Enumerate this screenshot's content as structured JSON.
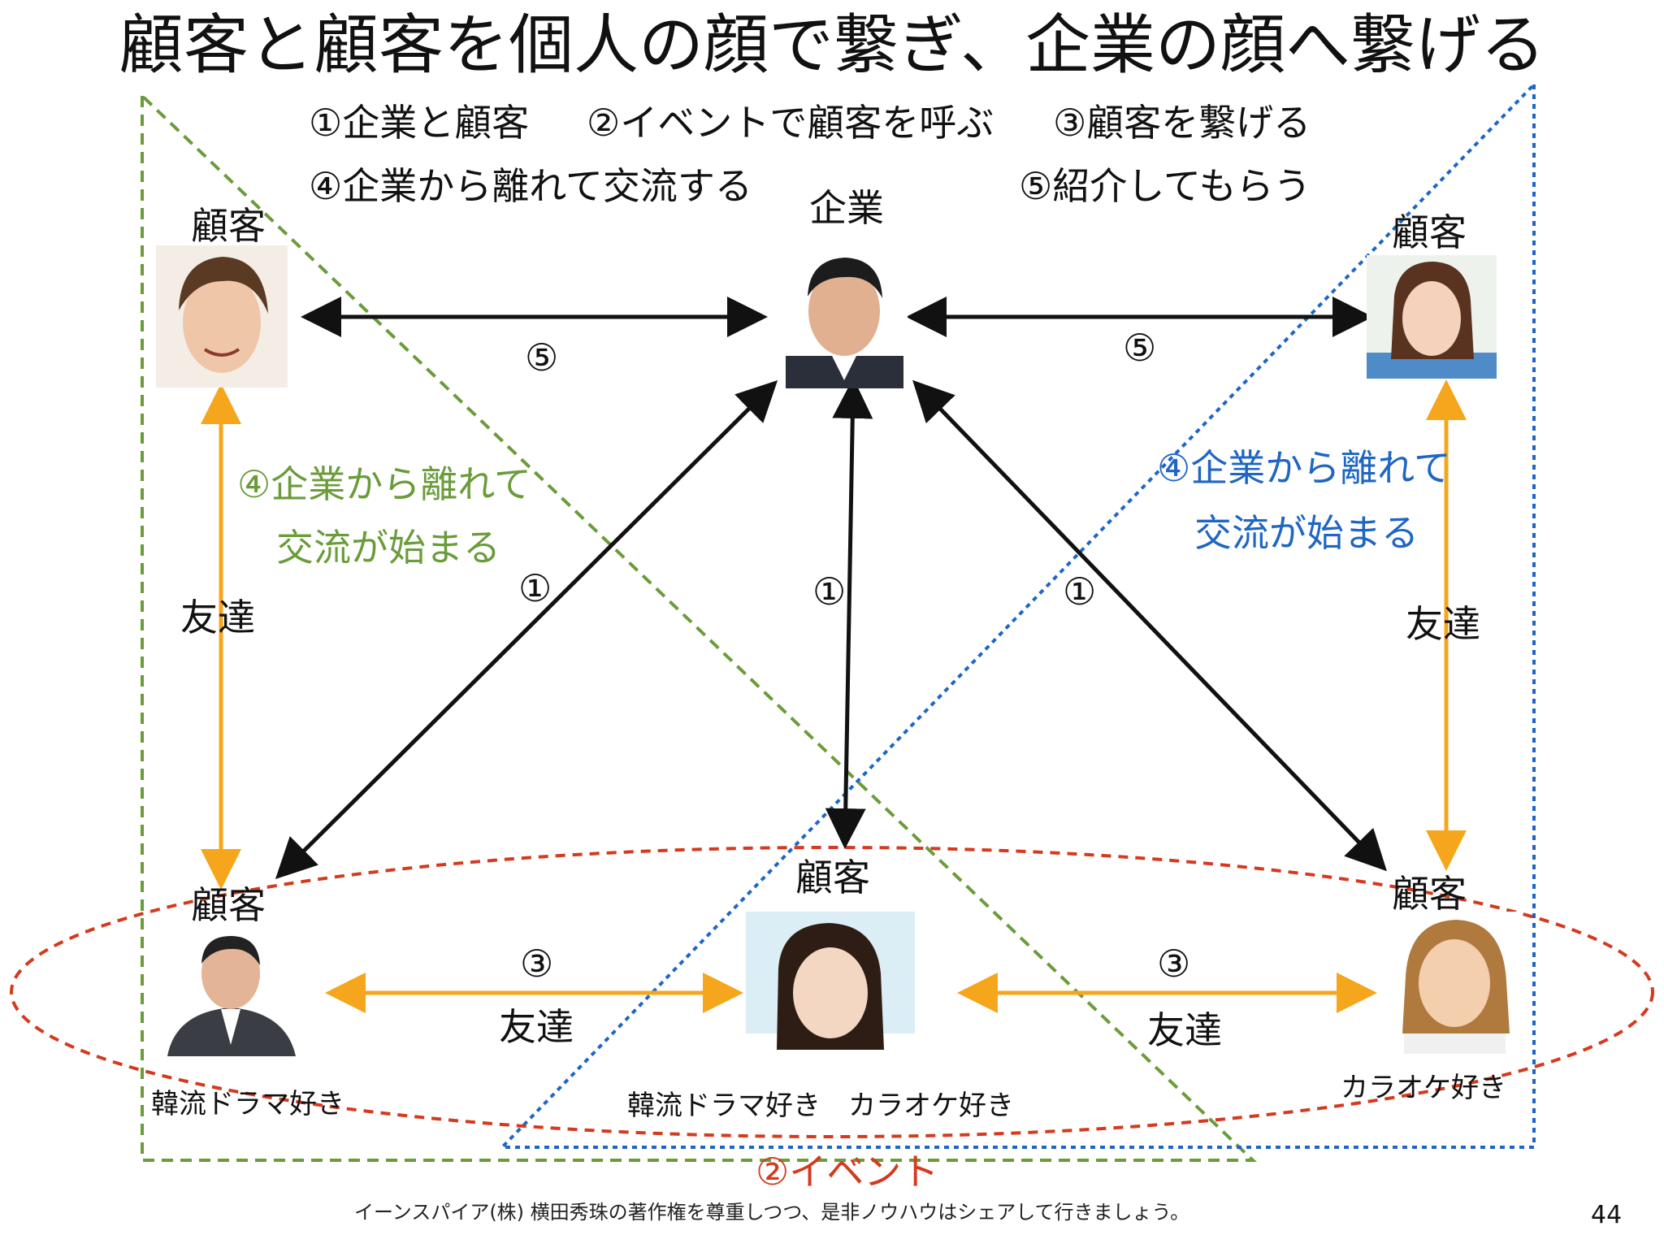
{
  "title": "顧客と顧客を個人の顔で繋ぎ、企業の顔へ繋げる",
  "steps": {
    "s1": "①企業と顧客",
    "s2": "②イベントで顧客を呼ぶ",
    "s3": "③顧客を繋げる",
    "s4": "④企業から離れて交流する",
    "s5": "⑤紹介してもらう"
  },
  "nodes": {
    "company": "企業",
    "customer_top_left": "顧客",
    "customer_top_right": "顧客",
    "customer_bottom_left": "顧客",
    "customer_bottom_center": "顧客",
    "customer_bottom_right": "顧客"
  },
  "edge_labels": {
    "referral_left": "⑤",
    "referral_right": "⑤",
    "link_left": "①",
    "link_center": "①",
    "link_right": "①",
    "connect_left": "③",
    "connect_right": "③"
  },
  "friend_labels": {
    "left_vertical": "友達",
    "right_vertical": "友達",
    "bottom_left": "友達",
    "bottom_right": "友達"
  },
  "annotations": {
    "green_line1": "④企業から離れて",
    "green_line2": "交流が始まる",
    "blue_line1": "④企業から離れて",
    "blue_line2": "交流が始まる",
    "event": "②イベント"
  },
  "hobbies": {
    "bottom_left": "韓流ドラマ好き",
    "bottom_center": "韓流ドラマ好き　カラオケ好き",
    "bottom_right": "カラオケ好き"
  },
  "footer": "イーンスパイア(株) 横田秀珠の著作権を尊重しつつ、是非ノウハウはシェアして行きましょう。",
  "page_number": "44",
  "colors": {
    "arrow_black": "#111111",
    "arrow_orange": "#f5a61c",
    "green_dashed": "#6a9c3a",
    "blue_dotted": "#1f66c4",
    "red_dashed": "#d43a1e"
  }
}
